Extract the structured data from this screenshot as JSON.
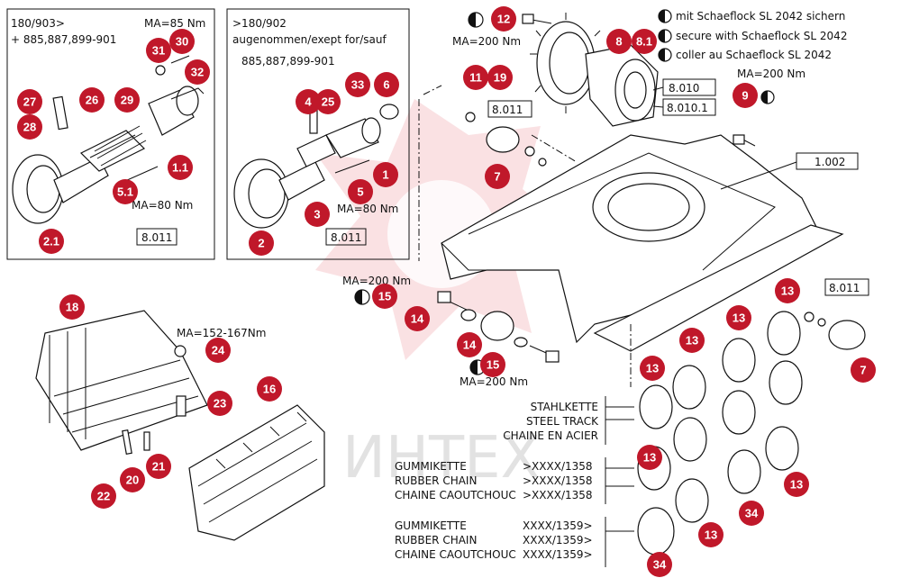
{
  "boxes": {
    "left_box": {
      "line1": "180/903>",
      "line2": "+ 885,887,899-901",
      "torque_top": "MA=85 Nm",
      "torque_bottom": "MA=80 Nm",
      "ref": "8.011"
    },
    "mid_box": {
      "line1": ">180/902",
      "line2": "augenommen/exept for/sauf",
      "line3": "885,887,899-901",
      "torque": "MA=80 Nm",
      "ref": "8.011"
    }
  },
  "legend": {
    "line1": "mit Schaeflock SL 2042 sichern",
    "line2": "secure with Schaeflock SL 2042",
    "line3": "coller au Schaeflock SL 2042"
  },
  "torques": {
    "t12": "MA=200 Nm",
    "t9": "MA=200 Nm",
    "t15a": "MA=200 Nm",
    "t15b": "MA=200 Nm",
    "t24": "MA=152-167Nm"
  },
  "refs": {
    "r8010": "8.010",
    "r80101": "8.010.1",
    "r8011a": "8.011",
    "r1002": "1.002",
    "r8011b": "8.011"
  },
  "tracks": {
    "steel": [
      "STAHLKETTE",
      "STEEL TRACK",
      "CHAINE EN ACIER"
    ],
    "rubber1": {
      "labels": [
        "GUMMIKETTE",
        "RUBBER CHAIN",
        "CHAINE CAOUTCHOUC"
      ],
      "codes": [
        ">XXXX/1358",
        ">XXXX/1358",
        ">XXXX/1358"
      ]
    },
    "rubber2": {
      "labels": [
        "GUMMIKETTE",
        "RUBBER CHAIN",
        "CHAINE CAOUTCHOUC"
      ],
      "codes": [
        "XXXX/1359>",
        "XXXX/1359>",
        "XXXX/1359>"
      ]
    }
  },
  "watermark": "ИНТЕХ",
  "callouts": {
    "c27": "27",
    "c28": "28",
    "c26": "26",
    "c29": "29",
    "c31": "31",
    "c30": "30",
    "c32": "32",
    "c11a": "1.1",
    "c51": "5.1",
    "c21": "2.1",
    "c4": "4",
    "c25": "25",
    "c33": "33",
    "c6": "6",
    "c1": "1",
    "c5": "5",
    "c3": "3",
    "c2": "2",
    "c12": "12",
    "c8": "8",
    "c81": "8.1",
    "c11": "11",
    "c19": "19",
    "c9": "9",
    "c7a": "7",
    "c7b": "7",
    "c13a": "13",
    "c13b": "13",
    "c13c": "13",
    "c13d": "13",
    "c13e": "13",
    "c13f": "13",
    "c13g": "13",
    "c34a": "34",
    "c34b": "34",
    "c15a": "15",
    "c14a": "14",
    "c14b": "14",
    "c15b": "15",
    "c18": "18",
    "c24": "24",
    "c23": "23",
    "c16": "16",
    "c20": "20",
    "c21b": "21",
    "c22": "22"
  }
}
